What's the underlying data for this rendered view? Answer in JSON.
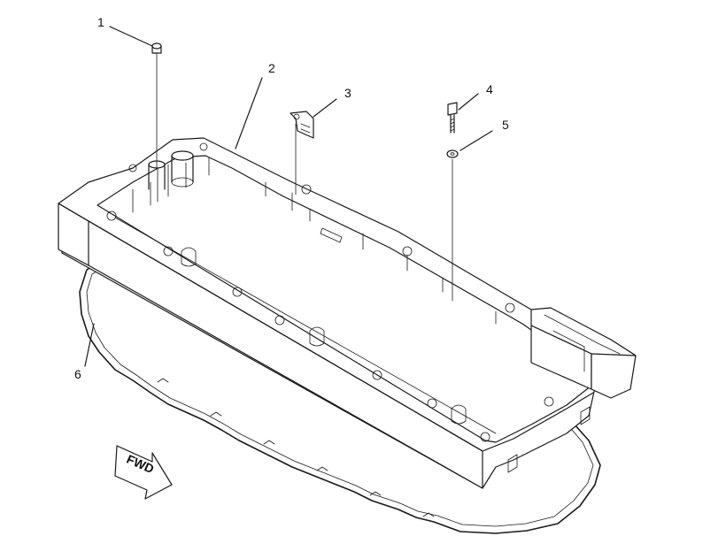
{
  "callouts": [
    {
      "id": "1",
      "part": "bolt"
    },
    {
      "id": "2",
      "part": "oil-pan"
    },
    {
      "id": "3",
      "part": "clip"
    },
    {
      "id": "4",
      "part": "bolt"
    },
    {
      "id": "5",
      "part": "washer"
    },
    {
      "id": "6",
      "part": "gasket"
    }
  ],
  "direction_label": "FWD",
  "line_color": "#1a1a1a",
  "background": "#ffffff"
}
